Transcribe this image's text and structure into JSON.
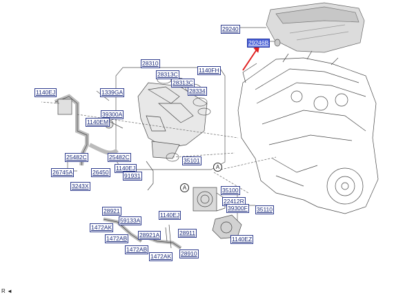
{
  "labels": {
    "l29240": "29240",
    "l29246": "29246B",
    "l28310": "28310",
    "l28313a": "28313C",
    "l28313b": "28313C",
    "l28334": "28334",
    "l1140fh": "1140FH",
    "l1140ej_top": "1140EJ",
    "l1339ga": "1339GA",
    "l39300a": "39300A",
    "l1140em": "1140EM",
    "l25482a": "25482C",
    "l25482b": "25482C",
    "l1140ej_mid": "1140EJ",
    "l26745a": "26745A",
    "l26450": "26450",
    "l91931": "91931",
    "l3243x": "3243X",
    "l35101": "35101",
    "l35100": "35100",
    "l22412r": "22412R",
    "l39300f": "39300F",
    "l35110": "35110",
    "l28921": "28921",
    "l59133a": "59133A",
    "l1140ej_low": "1140EJ",
    "l1472ak_a": "1472AK",
    "l1472ab_a": "1472AB",
    "l28911": "28911",
    "l28921a": "28921A",
    "l1472ab_b": "1472AB",
    "l1472ak_b": "1472AK",
    "l28910": "28910",
    "l1140ez": "1140EZ",
    "circle_a1": "A",
    "circle_a2": "A",
    "footer_mark": "R"
  }
}
